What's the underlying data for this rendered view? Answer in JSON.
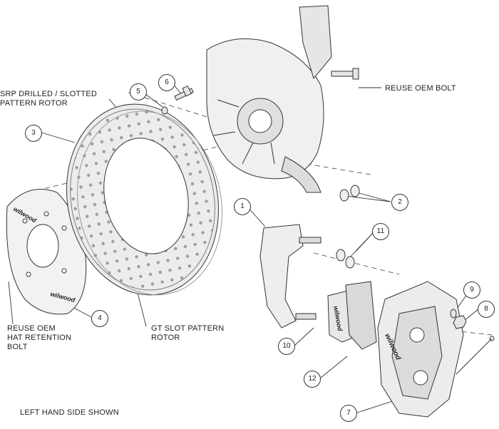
{
  "labels": {
    "srp_rotor": "SRP DRILLED / SLOTTED\nPATTERN ROTOR",
    "reuse_oem_bolt": "REUSE OEM BOLT",
    "reuse_oem_hat_bolt": "REUSE OEM\nHAT RETENTION\nBOLT",
    "gt_slot_rotor": "GT SLOT PATTERN\nROTOR",
    "footer": "LEFT HAND SIDE SHOWN"
  },
  "callouts": [
    "1",
    "2",
    "3",
    "4",
    "5",
    "6",
    "7",
    "8",
    "9",
    "10",
    "11",
    "12"
  ],
  "brand_marks": [
    "wilwood",
    "wilwood",
    "wilwood",
    "wilwood"
  ],
  "colors": {
    "line": "#333333",
    "fill": "#f2f2f2",
    "shade": "#d9d9d9",
    "dark": "#8a8a8a"
  }
}
